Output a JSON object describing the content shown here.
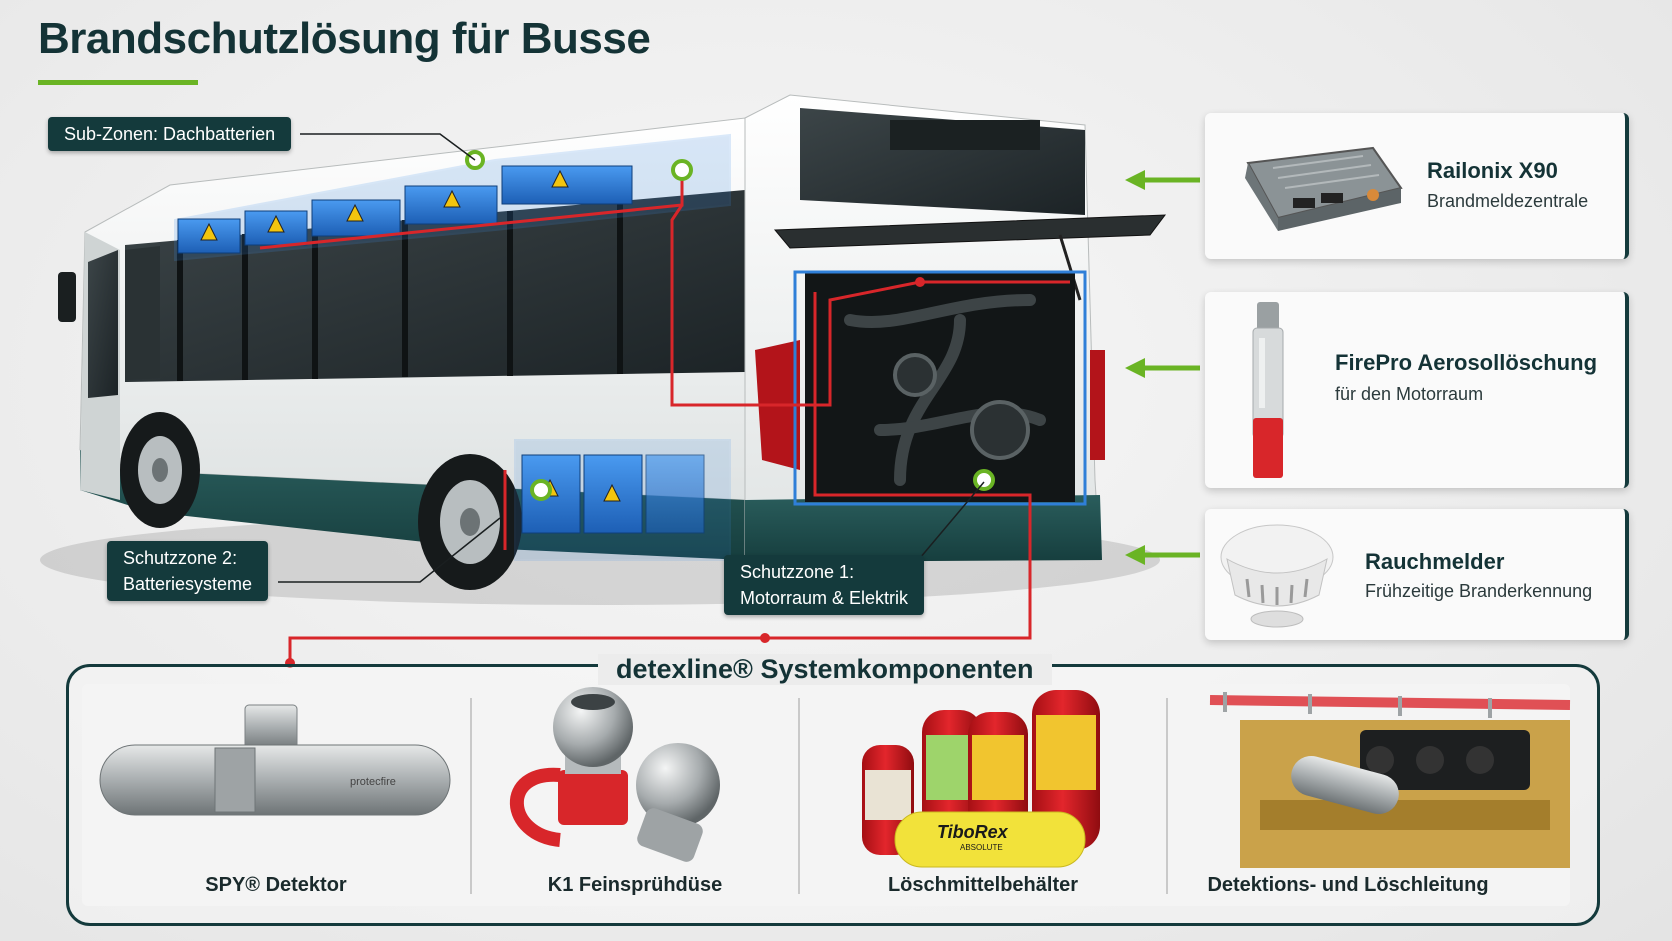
{
  "title": "Brandschutzlösung für Busse",
  "callouts": {
    "roof": "Sub-Zonen: Dachbatterien",
    "zone2_line1": "Schutzzone 2:",
    "zone2_line2": "Batteriesysteme",
    "zone1_line1": "Schutzzone 1:",
    "zone1_line2": "Motorraum & Elektrik"
  },
  "products": [
    {
      "name": "Railonix X90",
      "desc": "Brandmeldezentrale",
      "icon": "control-panel-icon"
    },
    {
      "name": "FirePro Aerosollöschung",
      "desc": "für den Motorraum",
      "icon": "aerosol-generator-icon"
    },
    {
      "name": "Rauchmelder",
      "desc": "Frühzeitige Branderkennung",
      "icon": "smoke-detector-icon"
    }
  ],
  "system": {
    "title": "detexline® Systemkomponenten",
    "components": [
      {
        "label": "SPY® Detektor",
        "icon": "spy-detector-icon",
        "engraving": "protecfire"
      },
      {
        "label": "K1 Feinsprühdüse",
        "icon": "spray-nozzle-icon"
      },
      {
        "label": "Löschmittelbehälter",
        "icon": "extinguisher-tanks-icon",
        "tank_brand": "TiboRex",
        "tank_sub": "ABSOLUTE"
      },
      {
        "label": "Detektions- und Löschleitung",
        "icon": "detection-line-icon"
      }
    ]
  },
  "colors": {
    "dark_teal": "#143a3c",
    "accent_green": "#6ab424",
    "detection_red": "#d8262a",
    "battery_blue": "#2f7fd8",
    "bus_skirt": "#1f4f4f"
  }
}
